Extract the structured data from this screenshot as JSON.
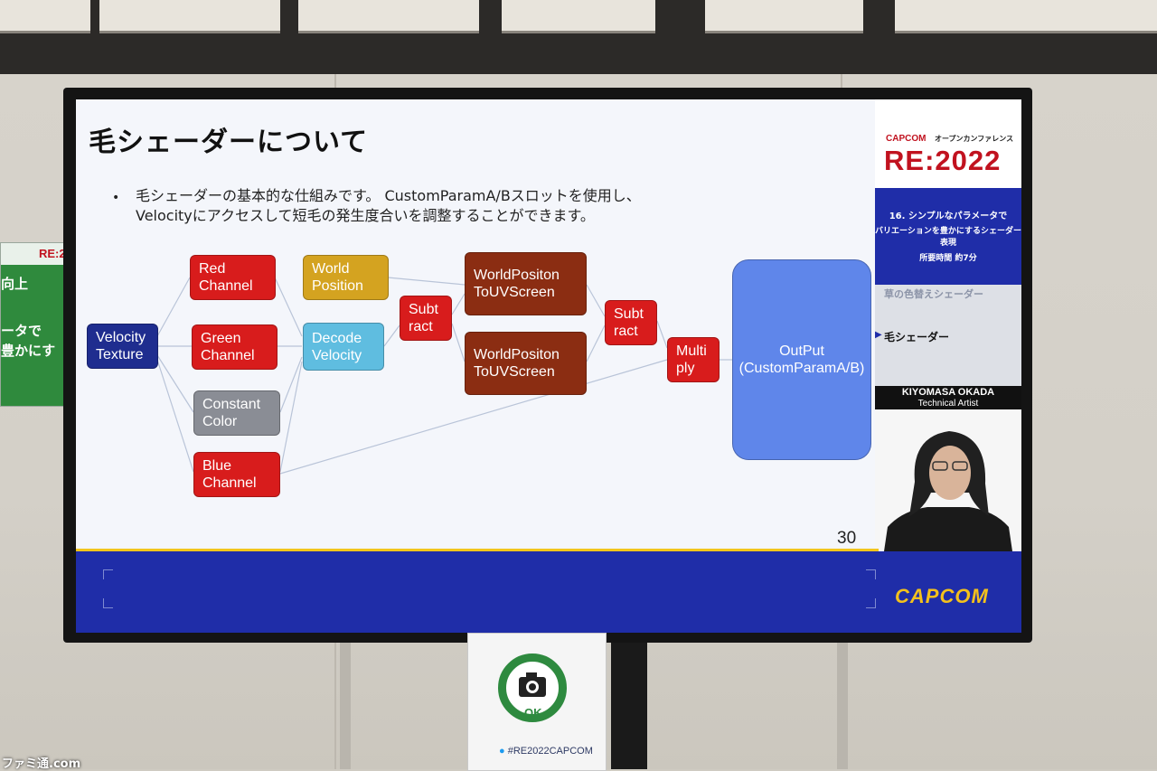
{
  "slide": {
    "title": "毛シェーダーについて",
    "bullet_mark": "•",
    "bullet_line1": "毛シェーダーの基本的な仕組みです。 CustomParamA/Bスロットを使用し、",
    "bullet_line2": "Velocityにアクセスして短毛の発生度合いを調整することができます。",
    "page_number": "30"
  },
  "graph": {
    "nodes": [
      {
        "id": "velocity_texture",
        "label": "Velocity\nTexture"
      },
      {
        "id": "red_channel",
        "label": "Red\nChannel"
      },
      {
        "id": "green_channel",
        "label": "Green\nChannel"
      },
      {
        "id": "constant_color",
        "label": "Constant\nColor"
      },
      {
        "id": "blue_channel",
        "label": "Blue\nChannel"
      },
      {
        "id": "world_position",
        "label": "World\nPosition"
      },
      {
        "id": "decode_velocity",
        "label": "Decode\nVelocity"
      },
      {
        "id": "subtract_1",
        "label": "Subt\nract"
      },
      {
        "id": "world_to_uv_1",
        "label": "WorldPositon\nToUVScreen"
      },
      {
        "id": "world_to_uv_2",
        "label": "WorldPositon\nToUVScreen"
      },
      {
        "id": "subtract_2",
        "label": "Subt\nract"
      },
      {
        "id": "multiply",
        "label": "Multi\nply"
      },
      {
        "id": "output",
        "label": "OutPut\n(CustomParamA/B)"
      }
    ]
  },
  "sidebar": {
    "brand_small": "CAPCOM",
    "conference": "オープンカンファレンス",
    "event": "RE:2022",
    "session_line1": "16. シンプルなパラメータで",
    "session_line2": "バリエーションを豊かにするシェーダー表現",
    "duration": "所要時間  約7分",
    "agenda_prev": "草の色替えシェーダー",
    "agenda_current": "毛シェーダー",
    "speaker_name": "KIYOMASA OKADA",
    "speaker_role": "Technical Artist"
  },
  "footer": {
    "brand": "CAPCOM"
  },
  "venue": {
    "left_sign_logo": "RE:2",
    "left_sign_line0": "向上",
    "left_sign_line1": "ータで",
    "left_sign_line2": "豊かにす",
    "photo_ok": "OK",
    "hashtag": "#RE2022CAPCOM",
    "watermark": "ファミ通.com"
  },
  "colors": {
    "slide_bg": "#f4f6fb",
    "brand_blue": "#1f2da8",
    "accent_yellow": "#f2c51c",
    "capcom_red": "#c1121f"
  }
}
